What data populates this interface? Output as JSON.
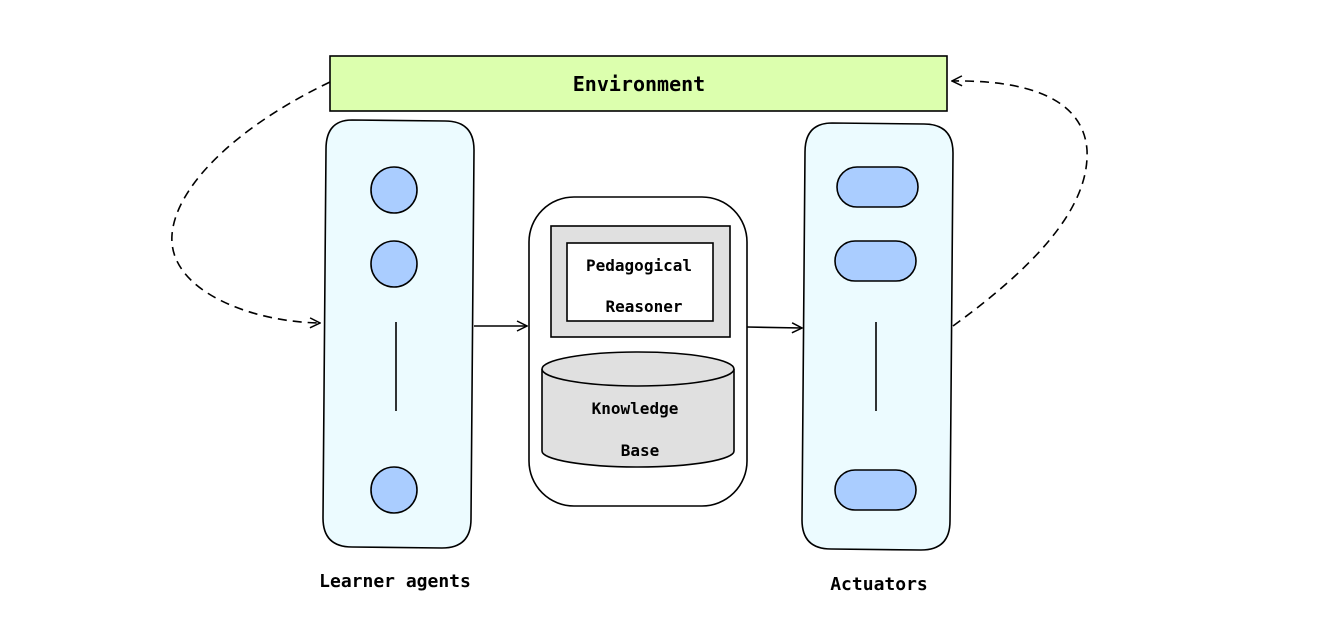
{
  "environment": {
    "label": "Environment"
  },
  "learner_agents": {
    "label": "Learner agents"
  },
  "reasoner": {
    "line1": "Pedagogical",
    "line2": "Reasoner"
  },
  "knowledge_base": {
    "line1": "Knowledge",
    "line2": "Base"
  },
  "actuators": {
    "label": "Actuators"
  },
  "colors": {
    "environment_fill": "#dcffae",
    "panel_fill": "#ecfbff",
    "node_fill": "#aacdff",
    "gray_fill": "#e0e0e0",
    "stroke": "#000000"
  }
}
